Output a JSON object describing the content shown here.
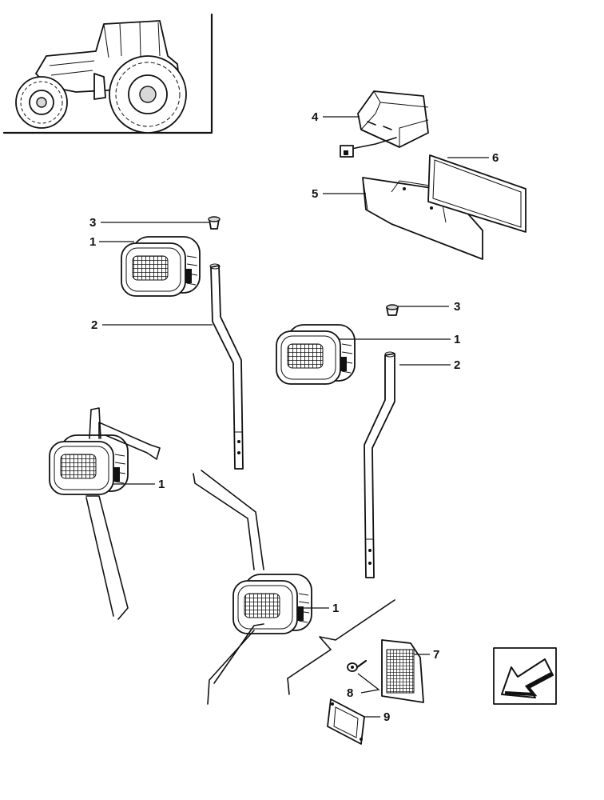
{
  "callouts": {
    "c1a": "1",
    "c1b": "1",
    "c1c": "1",
    "c1d": "1",
    "c2a": "2",
    "c2b": "2",
    "c3a": "3",
    "c3b": "3",
    "c4": "4",
    "c5": "5",
    "c6": "6",
    "c7": "7",
    "c8": "8",
    "c9": "9"
  },
  "icons": {
    "direction_arrow": "arrow-down-left-icon"
  },
  "colors": {
    "ink": "#111111",
    "paper": "#ffffff"
  }
}
